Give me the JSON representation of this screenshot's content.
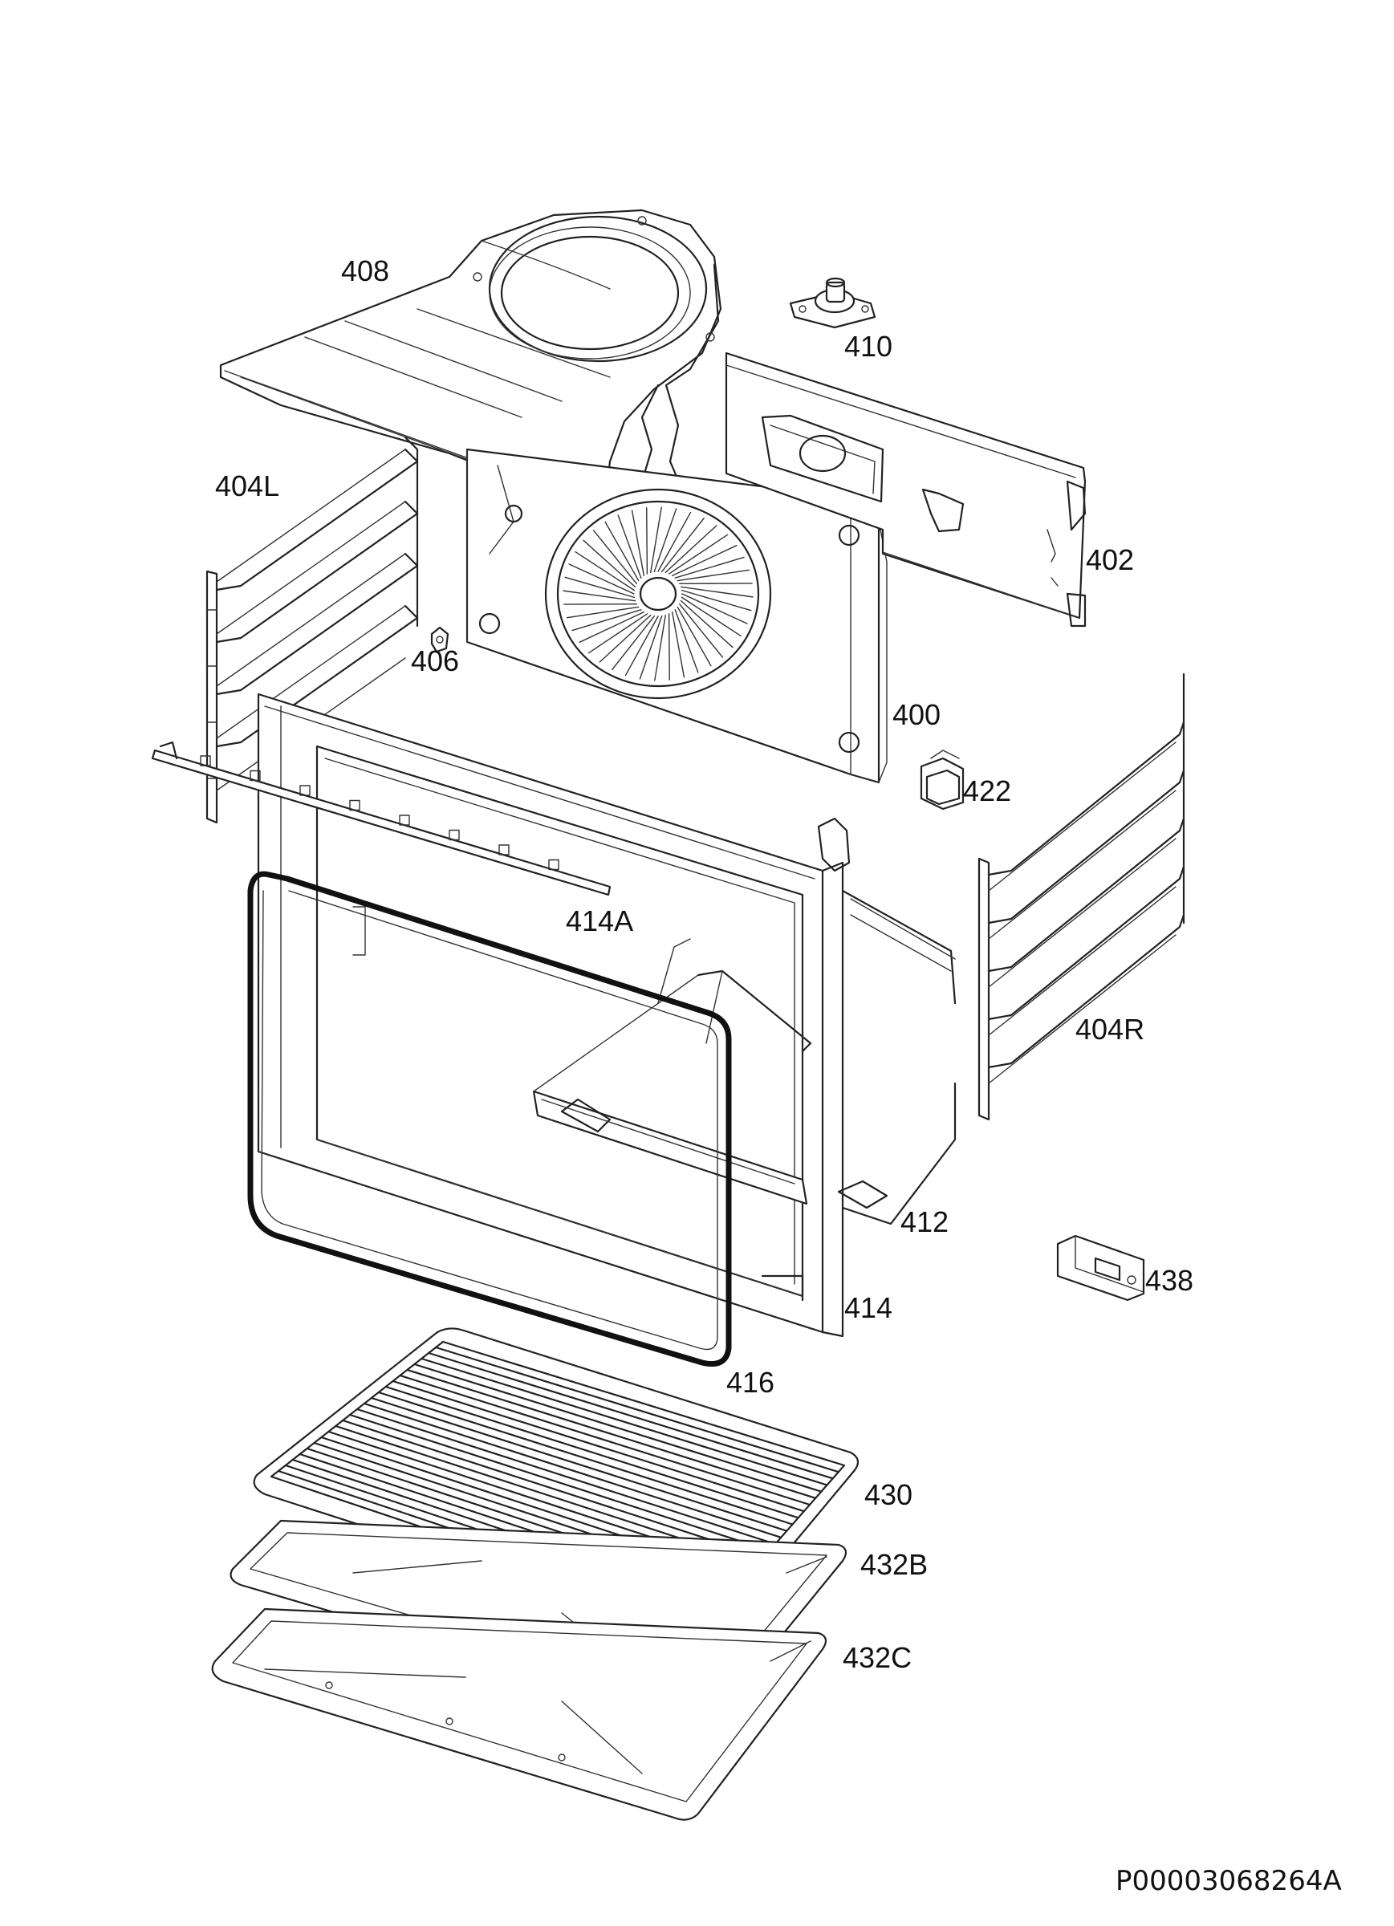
{
  "diagram": {
    "document_code": "P00003068264A",
    "parts": [
      {
        "id": "408",
        "label": "408"
      },
      {
        "id": "410",
        "label": "410"
      },
      {
        "id": "402",
        "label": "402"
      },
      {
        "id": "404L",
        "label": "404L"
      },
      {
        "id": "406",
        "label": "406"
      },
      {
        "id": "400",
        "label": "400"
      },
      {
        "id": "422",
        "label": "422"
      },
      {
        "id": "414A",
        "label": "414A"
      },
      {
        "id": "404R",
        "label": "404R"
      },
      {
        "id": "412",
        "label": "412"
      },
      {
        "id": "438",
        "label": "438"
      },
      {
        "id": "414",
        "label": "414"
      },
      {
        "id": "416",
        "label": "416"
      },
      {
        "id": "430",
        "label": "430"
      },
      {
        "id": "432B",
        "label": "432B"
      },
      {
        "id": "432C",
        "label": "432C"
      }
    ]
  }
}
